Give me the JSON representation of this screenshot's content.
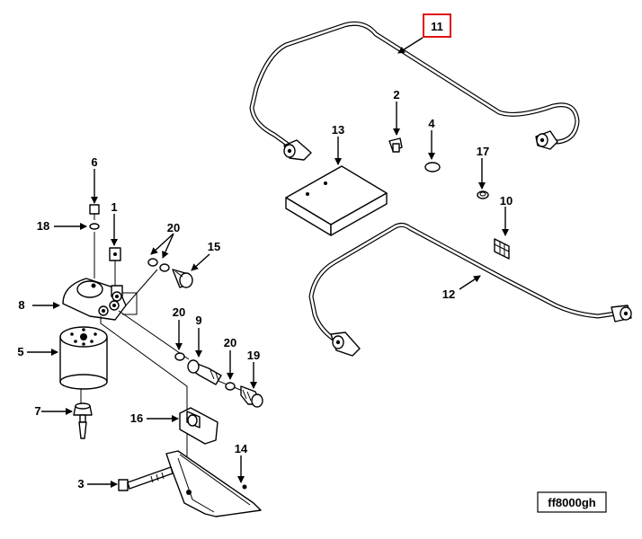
{
  "diagram": {
    "reference_code": "ff8000gh",
    "highlight_color": "#e01010",
    "highlighted_callout": "11",
    "callouts": {
      "c1": "1",
      "c2": "2",
      "c3": "3",
      "c4": "4",
      "c5": "5",
      "c6": "6",
      "c7": "7",
      "c8": "8",
      "c9": "9",
      "c10": "10",
      "c11": "11",
      "c12": "12",
      "c13": "13",
      "c14": "14",
      "c15": "15",
      "c16": "16",
      "c17": "17",
      "c18": "18",
      "c19": "19",
      "c20a": "20",
      "c20b": "20",
      "c20c": "20"
    }
  }
}
